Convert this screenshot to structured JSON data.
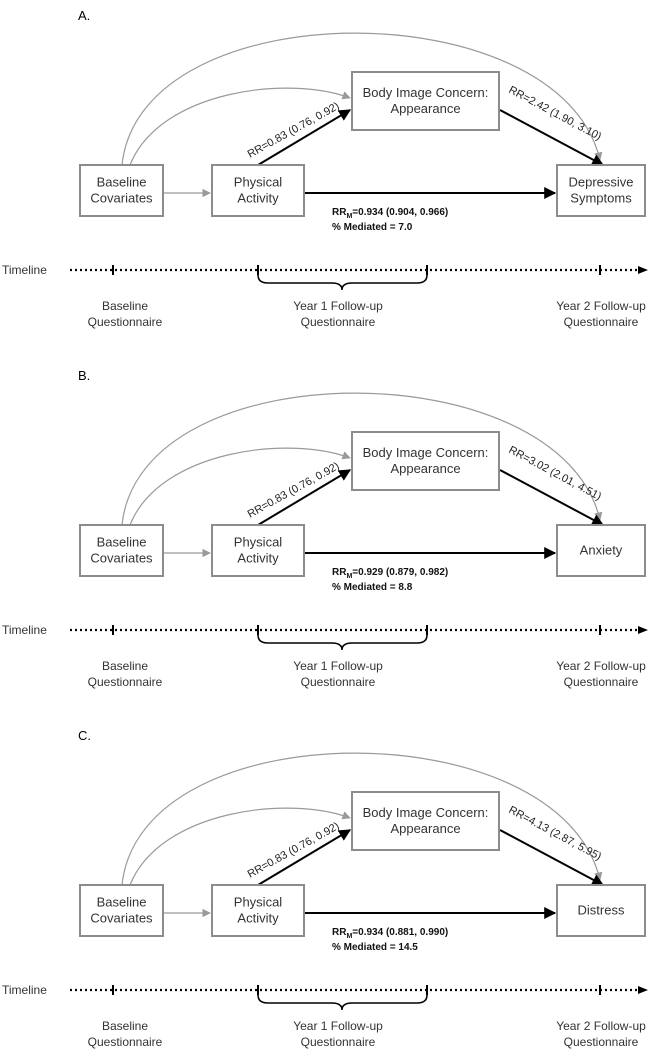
{
  "boxes": {
    "covariates": [
      "Baseline",
      "Covariates"
    ],
    "activity": [
      "Physical",
      "Activity"
    ],
    "mediator": [
      "Body Image Concern:",
      "Appearance"
    ]
  },
  "timeline": {
    "label": "Timeline",
    "baseline": [
      "Baseline",
      "Questionnaire"
    ],
    "year1": [
      "Year 1 Follow-up",
      "Questionnaire"
    ],
    "year2": [
      "Year 2 Follow-up",
      "Questionnaire"
    ]
  },
  "panels": [
    {
      "label": "A.",
      "outcome": [
        "Depressive",
        "Symptoms"
      ],
      "rr_activity_mediator": "RR=0.83 (0.76, 0.92)",
      "rr_mediator_outcome": "RR=2.42 (1.90, 3.10)",
      "rrm_prefix": "RR",
      "rrm_sub": "M",
      "rrm_value": "=0.934 (0.904, 0.966)",
      "mediated": "% Mediated = 7.0"
    },
    {
      "label": "B.",
      "outcome": [
        "Anxiety"
      ],
      "rr_activity_mediator": "RR=0.83 (0.76, 0.92)",
      "rr_mediator_outcome": "RR=3.02 (2.01, 4.51)",
      "rrm_prefix": "RR",
      "rrm_sub": "M",
      "rrm_value": "=0.929 (0.879, 0.982)",
      "mediated": "% Mediated = 8.8"
    },
    {
      "label": "C.",
      "outcome": [
        "Distress"
      ],
      "rr_activity_mediator": "RR=0.83 (0.76, 0.92)",
      "rr_mediator_outcome": "RR=4.13 (2.87, 5.95)",
      "rrm_prefix": "RR",
      "rrm_sub": "M",
      "rrm_value": "=0.934 (0.881, 0.990)",
      "mediated": "% Mediated = 14.5"
    }
  ]
}
